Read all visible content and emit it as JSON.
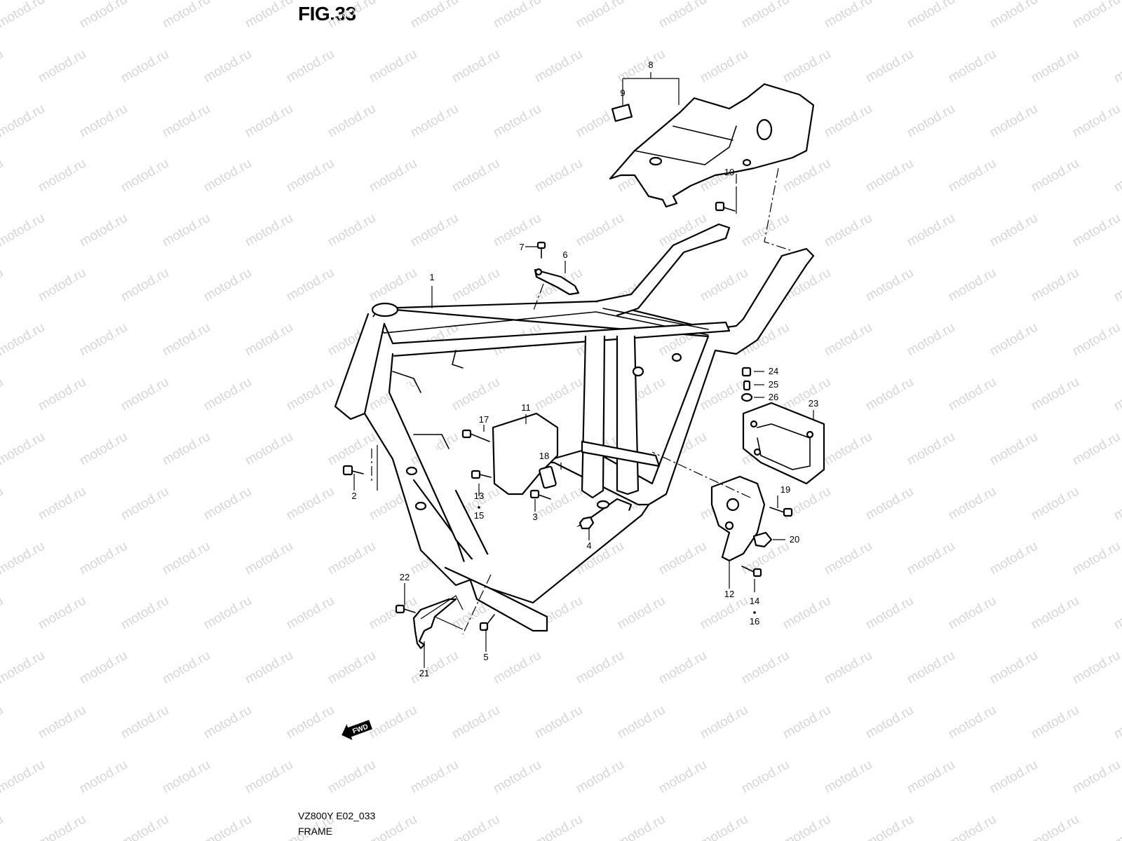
{
  "figure": {
    "title": "FIG.33",
    "code": "VZ800Y E02_033",
    "caption": "FRAME"
  },
  "watermark": {
    "text": "motod.ru",
    "color": "#d6d6d6"
  },
  "fwd_arrow": {
    "text": "FWD"
  },
  "callouts": [
    "1",
    "2",
    "3",
    "4",
    "5",
    "6",
    "7",
    "8",
    "9",
    "10",
    "11",
    "12",
    "13",
    "14",
    "15",
    "16",
    "17",
    "18",
    "19",
    "20",
    "21",
    "22",
    "23",
    "24",
    "25",
    "26"
  ]
}
